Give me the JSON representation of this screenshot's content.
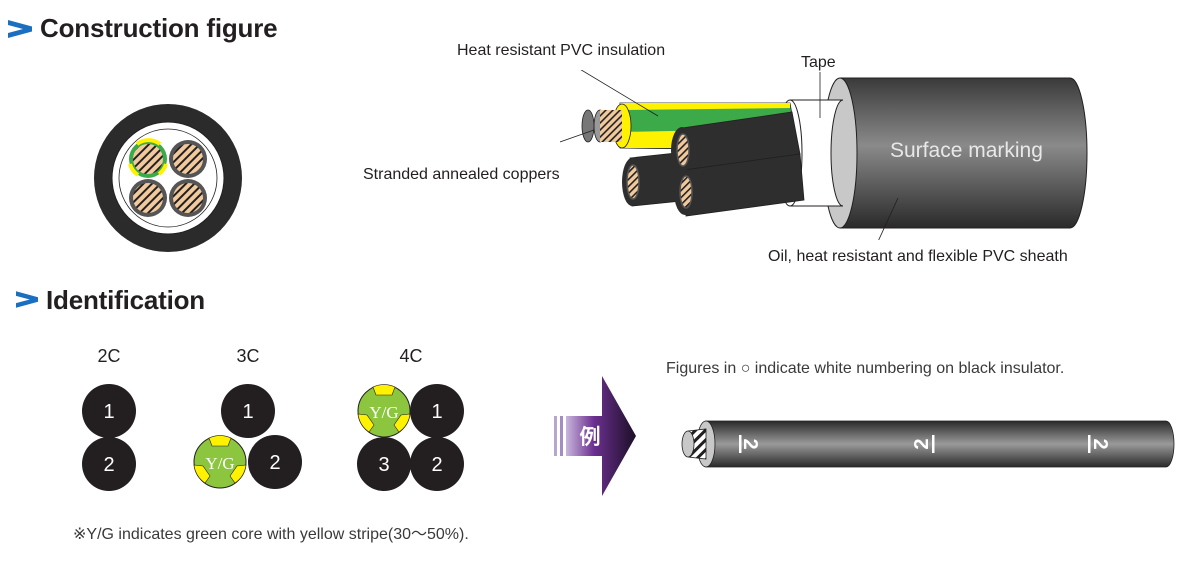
{
  "sections": {
    "construction": {
      "title": "Construction figure",
      "labels": {
        "insulation": "Heat resistant PVC insulation",
        "tape": "Tape",
        "conductor": "Stranded annealed coppers",
        "surface_marking": "Surface marking",
        "sheath": "Oil, heat resistant and flexible PVC sheath"
      }
    },
    "identification": {
      "title": "Identification",
      "groups": [
        {
          "label": "2C",
          "cores": [
            "1",
            "2"
          ]
        },
        {
          "label": "3C",
          "cores": [
            "1",
            "Y/G",
            "2"
          ]
        },
        {
          "label": "4C",
          "cores": [
            "Y/G",
            "1",
            "3",
            "2"
          ]
        }
      ],
      "example_label": "例",
      "figures_note": "Figures in ○ indicate white numbering on black insulator.",
      "core_markings": [
        "2",
        "2",
        "2"
      ],
      "footnote": "※Y/G indicates green core with yellow stripe(30～50%)."
    }
  },
  "colors": {
    "accent_blue": "#1a6fc0",
    "core_black": "#231f20",
    "yg_green": "#8cc63f",
    "yg_yellow": "#fff200",
    "copper": "#e9c49a",
    "arrow_purple": "#6b2f8f"
  }
}
